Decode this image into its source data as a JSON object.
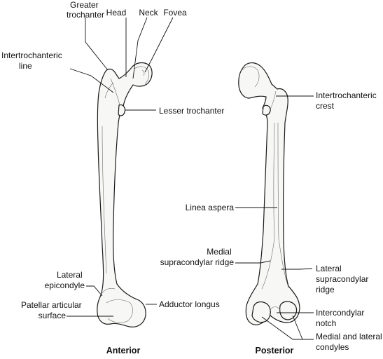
{
  "anterior": {
    "view_label": "Anterior",
    "labels": {
      "greater_trochanter": [
        "Greater",
        "trochanter"
      ],
      "head": "Head",
      "neck": "Neck",
      "fovea": "Fovea",
      "intertrochanteric_line": [
        "Intertrochanteric",
        "line"
      ],
      "lesser_trochanter": "Lesser trochanter",
      "lateral_epicondyle": [
        "Lateral",
        "epicondyle"
      ],
      "patellar_articular_surface": [
        "Patellar articular",
        "surface"
      ],
      "adductor_longus": "Adductor longus"
    }
  },
  "posterior": {
    "view_label": "Posterior",
    "labels": {
      "intertrochanteric_crest": [
        "Intertrochanteric",
        "crest"
      ],
      "linea_aspera": "Linea aspera",
      "medial_supracondylar_ridge": [
        "Medial",
        "supracondylar ridge"
      ],
      "lateral_supracondylar_ridge": [
        "Lateral",
        "supracondylar",
        "ridge"
      ],
      "intercondylar_notch": [
        "Intercondylar",
        "notch"
      ],
      "medial_and_lateral_condyles": [
        "Medial and lateral",
        "condyles"
      ]
    }
  }
}
